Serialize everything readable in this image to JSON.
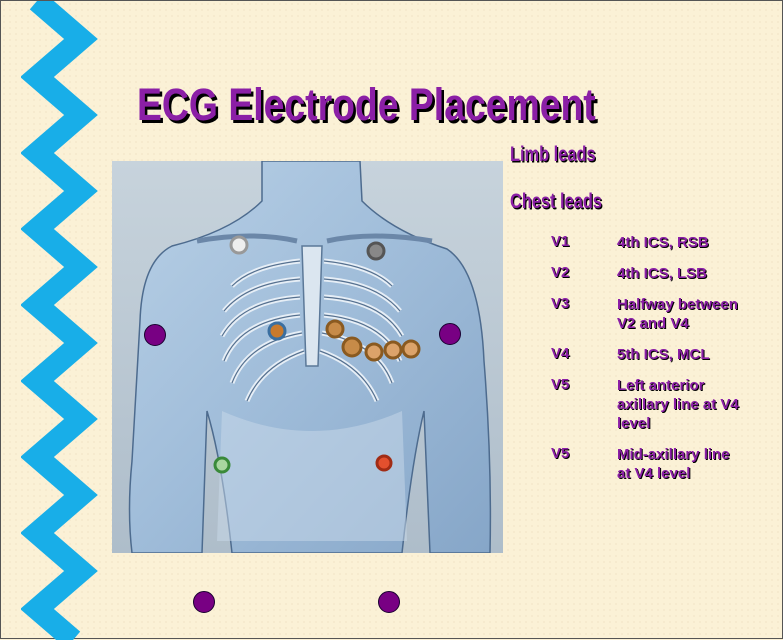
{
  "slide": {
    "title": "ECG Electrode Placement",
    "limb_heading": "Limb leads",
    "chest_heading": "Chest leads",
    "leads": [
      {
        "code": "V1",
        "description": "4th ICS, RSB"
      },
      {
        "code": "V2",
        "description": "4th ICS, LSB"
      },
      {
        "code": "V3",
        "description": "Halfway between V2 and V4"
      },
      {
        "code": "V4",
        "description": "5th ICS, MCL"
      },
      {
        "code": "V5",
        "description": "Left anterior axillary line at V4 level"
      },
      {
        "code": "V5",
        "description": "Mid-axillary line at V4 level"
      }
    ]
  },
  "colors": {
    "background": "#fbf1d6",
    "accent_text": "#8b1fa6",
    "zigzag": "#18aee8",
    "limb_electrode": "#780083"
  },
  "image": {
    "subject": "torso illustration with ribcage and electrode markers",
    "icon": "torso-illustration"
  }
}
